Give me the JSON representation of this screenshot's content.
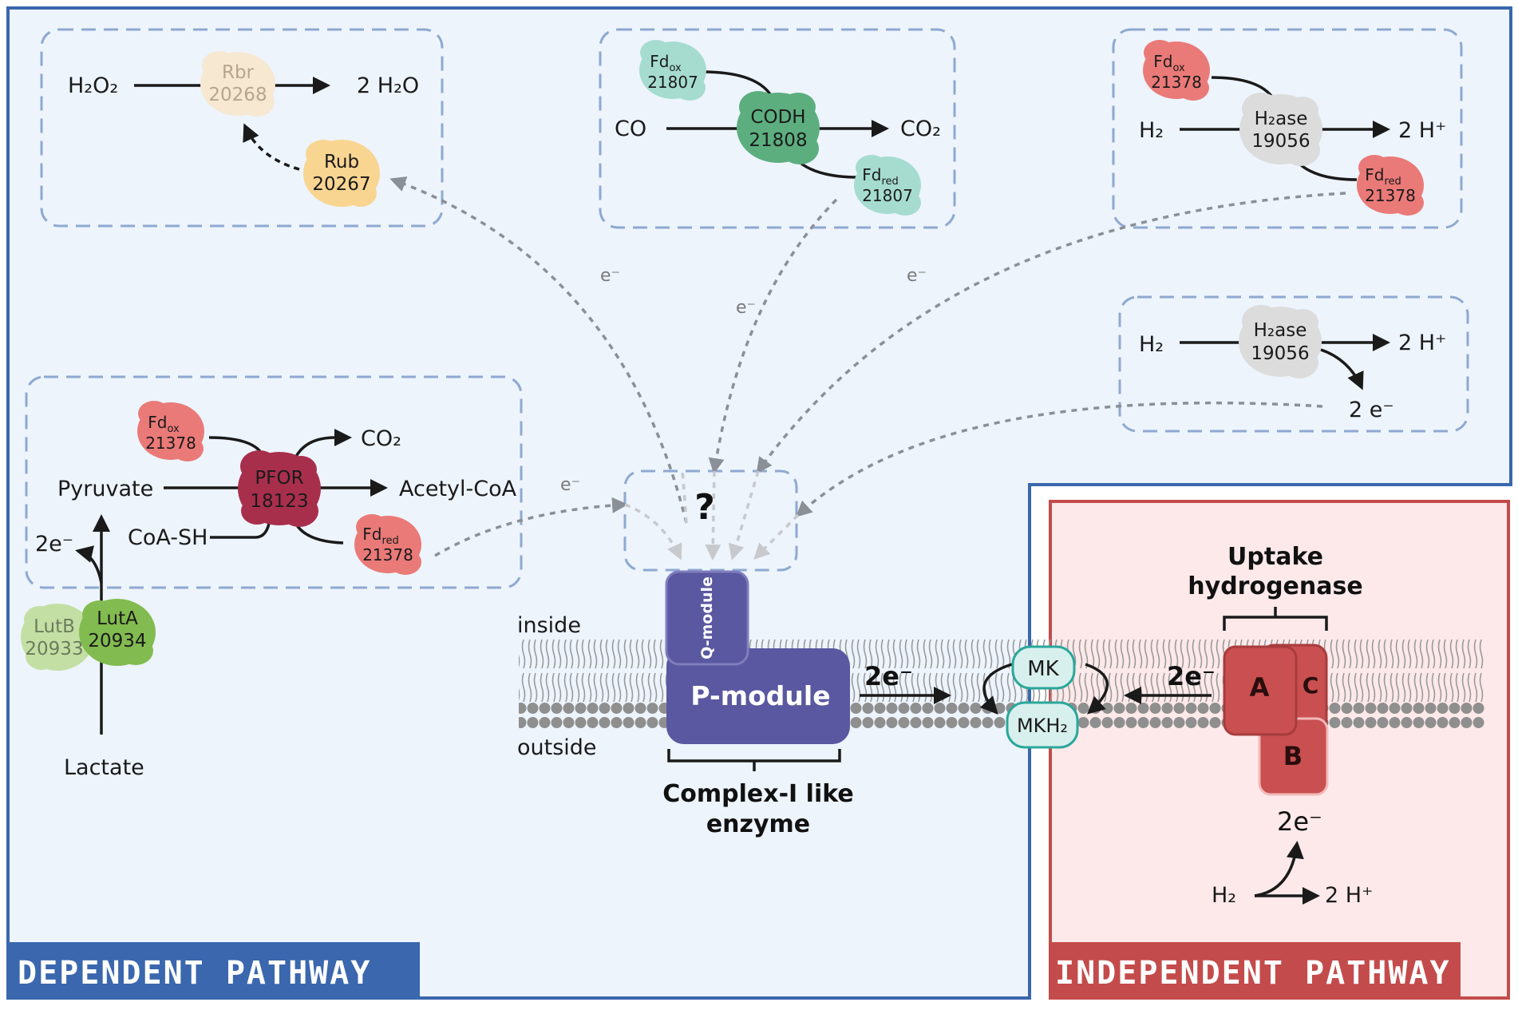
{
  "panels": {
    "dependent_label": "DEPENDENT PATHWAY",
    "independent_label": "INDEPENDENT PATHWAY"
  },
  "colors": {
    "dependent_bg": "#edf4fc",
    "dependent_border": "#3a67ad",
    "independent_bg": "#fde9e9",
    "independent_border": "#c44b4b",
    "complex_purple": "#5a58a0",
    "hydrogenase_red": "#c94f50",
    "mk_teal": "#2aa79b"
  },
  "peroxide_box": {
    "substrate": "H₂O₂",
    "product": "2 H₂O",
    "rbr_name": "Rbr",
    "rbr_id": "20268",
    "rub_name": "Rub",
    "rub_id": "20267"
  },
  "codh_box": {
    "fdox": "Fd",
    "fdox_sub": "ox",
    "fdox_id": "21807",
    "enzyme": "CODH",
    "enzyme_id": "21808",
    "substrate": "CO",
    "product": "CO₂",
    "fdred": "Fd",
    "fdred_sub": "red",
    "fdred_id": "21807"
  },
  "h2ase_fd_box": {
    "fdox": "Fd",
    "fdox_sub": "ox",
    "fdox_id": "21378",
    "enzyme": "H₂ase",
    "enzyme_id": "19056",
    "substrate": "H₂",
    "product": "2 H⁺",
    "fdred": "Fd",
    "fdred_sub": "red",
    "fdred_id": "21378"
  },
  "h2ase_e_box": {
    "enzyme": "H₂ase",
    "enzyme_id": "19056",
    "substrate": "H₂",
    "product": "2 H⁺",
    "electrons": "2 e⁻"
  },
  "pfor_box": {
    "fdox": "Fd",
    "fdox_sub": "ox",
    "fdox_id": "21378",
    "enzyme": "PFOR",
    "enzyme_id": "18123",
    "substrate": "Pyruvate",
    "cosubstrate": "CoA-SH",
    "product": "Acetyl-CoA",
    "co2": "CO₂",
    "fdred": "Fd",
    "fdred_sub": "red",
    "fdred_id": "21378"
  },
  "lactate": {
    "lutb_name": "LutB",
    "lutb_id": "20933",
    "luta_name": "LutA",
    "luta_id": "20934",
    "substrate": "Lactate",
    "electrons": "2e⁻"
  },
  "electron_labels": {
    "e": "e⁻"
  },
  "complex": {
    "unknown": "?",
    "q_module": "Q-module",
    "p_module": "P-module",
    "caption": [
      "Complex-I like",
      "enzyme"
    ],
    "inside": "inside",
    "outside": "outside",
    "electrons": "2e⁻"
  },
  "quinone": {
    "mk": "MK",
    "mkh2": "MKH₂"
  },
  "uptake": {
    "title": [
      "Uptake",
      "hydrogenase"
    ],
    "sub_a": "A",
    "sub_b": "B",
    "sub_c": "C",
    "electrons_in": "2e⁻",
    "electrons_out": "2e⁻",
    "substrate": "H₂",
    "product": "2 H⁺"
  }
}
